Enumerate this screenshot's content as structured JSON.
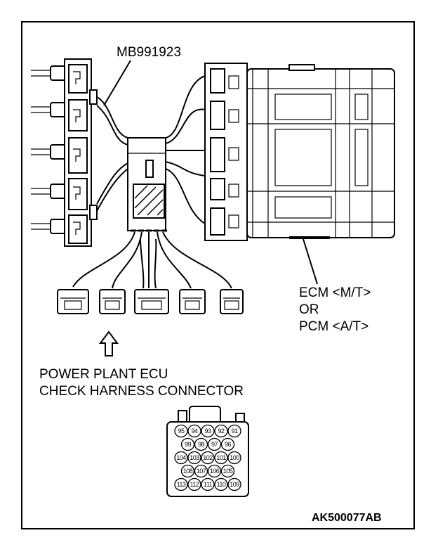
{
  "labels": {
    "tool": "MB991923",
    "ecm": "ECM <M/T>",
    "or": "OR",
    "pcm": "PCM <A/T>",
    "connector_line1": "POWER PLANT ECU",
    "connector_line2": "CHECK HARNESS CONNECTOR",
    "figure_code": "AK500077AB"
  },
  "pins": {
    "row1": [
      "95",
      "94",
      "93",
      "92",
      "91"
    ],
    "row2": [
      "99",
      "98",
      "97",
      "96"
    ],
    "row3": [
      "104",
      "103",
      "102",
      "101",
      "100"
    ],
    "row4": [
      "108",
      "107",
      "106",
      "105"
    ],
    "row5": [
      "113",
      "112",
      "111",
      "110",
      "109"
    ]
  },
  "icons": {
    "arrow": "up-arrow-icon"
  }
}
